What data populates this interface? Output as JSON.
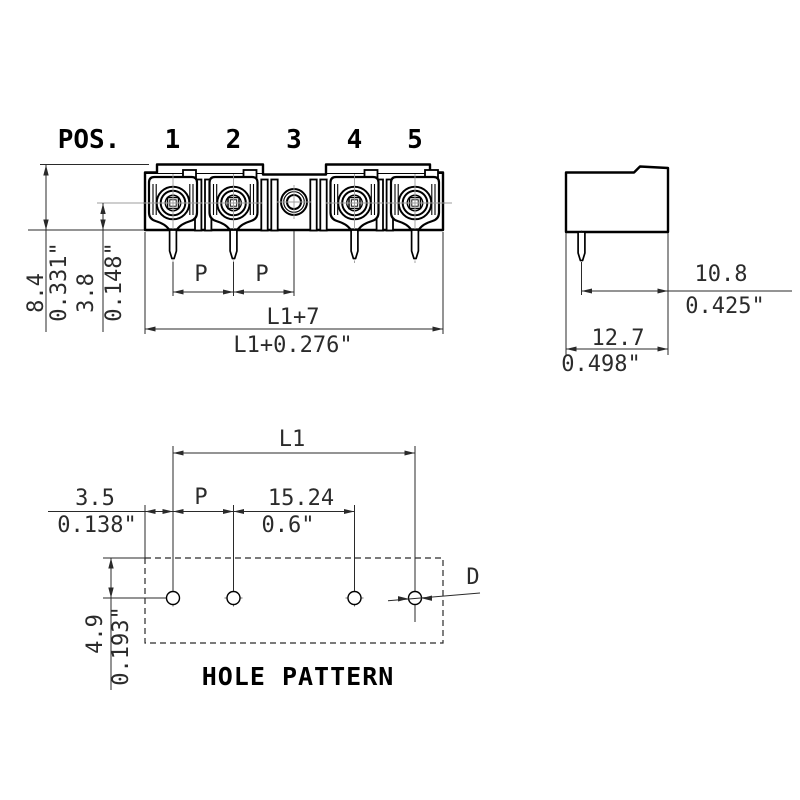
{
  "drawing": {
    "front_view": {
      "pos_label": "POS.",
      "positions": [
        "1",
        "2",
        "3",
        "4",
        "5"
      ],
      "height_mm": "8.4",
      "height_in": "0.331\"",
      "pin_offset_mm": "3.8",
      "pin_offset_in": "0.148\"",
      "pitch1": "P",
      "pitch2": "P",
      "length_mm": "L1+7",
      "length_in": "L1+0.276\""
    },
    "side_view": {
      "pin_to_back_mm": "10.8",
      "pin_to_back_in": "0.425\"",
      "depth_mm": "12.7",
      "depth_in": "0.498\""
    },
    "hole_pattern": {
      "caption": "HOLE PATTERN",
      "span_label": "L1",
      "edge_offset_mm": "3.5",
      "edge_offset_in": "0.138\"",
      "pitch_label": "P",
      "double_pitch_mm": "15.24",
      "double_pitch_in": "0.6\"",
      "row_offset_mm": "4.9",
      "row_offset_in": "0.193\"",
      "hole_diameter_label": "D"
    },
    "colors": {
      "line": "#000000",
      "dimension": "#2a2a2a",
      "centerline": "#9c9c9c",
      "background": "#ffffff"
    }
  }
}
